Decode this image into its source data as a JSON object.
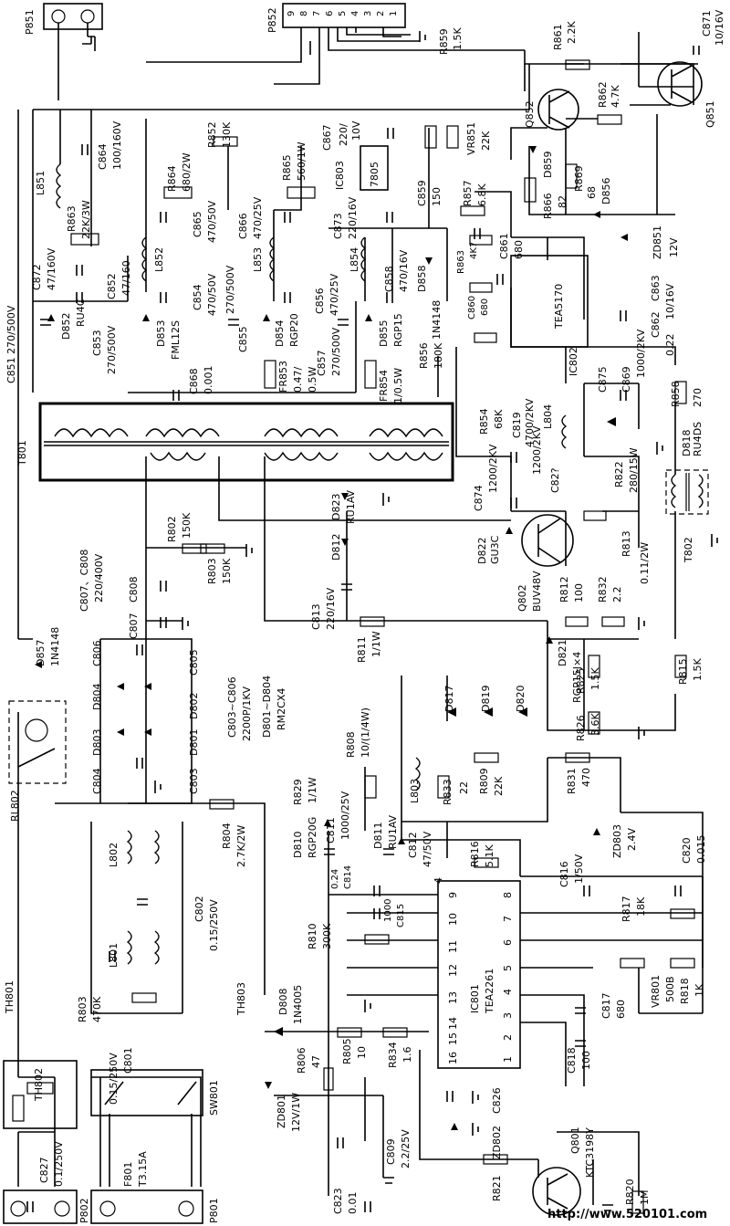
{
  "labels": {
    "p851": "P851",
    "p852": "P852",
    "pins": [
      "9",
      "8",
      "7",
      "6",
      "5",
      "4",
      "3",
      "2",
      "1"
    ],
    "r859": "R859",
    "r859v": "1.5K",
    "r861": "R861",
    "r861v": "2.2K",
    "c871": "C871",
    "c871v": "10/16V",
    "q852": "Q852",
    "q851": "Q851",
    "r862": "R862",
    "r862v": "4.7K",
    "vr851": "VR851",
    "vr851v": "22K",
    "c867": "C867",
    "c867v": "220/",
    "c867v2": "10V",
    "ic803": "IC803",
    "ic803v": "7805",
    "r852": "R852",
    "r852v": "130K",
    "c864": "C864",
    "c864v": "100/160V",
    "r865": "R865",
    "r865v": "560/1W",
    "r864": "R864",
    "r864v": "680/2W",
    "d859": "D859",
    "r869": "R869",
    "r866": "R866",
    "r866v": "82",
    "r869v": "68",
    "d856": "D856",
    "zd851": "ZD851",
    "zd851v": "12V",
    "c859": "C859",
    "c859v": "150",
    "r857": "R857",
    "r857v": "6.8K",
    "l851": "L851",
    "r863": "R863",
    "r863v": "22K/3W",
    "c865": "C865",
    "c865v": "470/50V",
    "c866": "C866",
    "c866v": "470/25V",
    "c873": "C873",
    "c873v": "220/16V",
    "r863b": "R863",
    "r863bv": "4K7",
    "c861": "C861",
    "c861v": "680",
    "c872": "C872",
    "c872v": "47/160V",
    "c852": "C852",
    "c852v": "47/160",
    "l852": "L852",
    "l853": "L853",
    "l854": "L854",
    "c858": "C858",
    "c858v": "470/16V",
    "d858": "D858",
    "d858v": "1N4148",
    "c854": "C854",
    "c854v": "470/50V",
    "c855": "C855",
    "c855v": "270/500V",
    "c856": "C856",
    "c856v": "470/25V",
    "c860": "C860",
    "c860v": "680",
    "tea5170": "TEA5170",
    "ic802": "IC802",
    "c862": "C862",
    "c863": "C863",
    "c862v": "0.22",
    "c863v": "10/16V",
    "c851": "C851 270/500V",
    "d852": "D852",
    "d852v": "RU4C",
    "c853": "C853",
    "c853v": "270/500V",
    "d853": "D853",
    "d853v": "FML12S",
    "d854": "D854",
    "d854v": "RGP20",
    "c857": "C857",
    "c857v": "270/500V",
    "d855": "D855",
    "d855v": "RGP15",
    "r856": "R856",
    "r856v": "180K",
    "c868": "C868",
    "c868v": "0.001",
    "fr853": "FR853",
    "fr853v": "0.47/",
    "fr853v2": "0.5W",
    "fr854": "FR854",
    "fr854v": "1/0.5W",
    "c869": "C869",
    "c869v": "1000/2KV",
    "c875": "C875",
    "r858": "R858",
    "r858v": "270",
    "d818": "D818",
    "d818v": "RU4DS",
    "t801": "T801",
    "r854": "R854",
    "r854v": "68K",
    "c819": "C819",
    "c819v": "4700/2KV",
    "l804": "L804",
    "c82x": "C82?",
    "c82xv": "1200/2KV",
    "r822": "R822",
    "r822v": "280/15W",
    "t802": "T802",
    "c874": "C874",
    "c874v": "1200/2KV",
    "d823": "D823",
    "d823v": "RU1AV",
    "d812": "D812",
    "d822": "D822",
    "d822v": "GU3C",
    "q802": "Q802",
    "q802v": "BUV48V",
    "r813": "R813",
    "r813v": "0.11/2W",
    "r802": "R802",
    "r802v": "150K",
    "r803a": "R803",
    "r803av": "150K",
    "c807": "C807、C808",
    "c807v": "220/400V",
    "c813": "C813",
    "c813v": "220/16V",
    "r812": "R812",
    "r812v": "100",
    "r832": "R832",
    "r832v": "2.2",
    "c807b": "C807",
    "c808b": "C808",
    "r811": "R811",
    "r811v": "1/1W",
    "d821": "D821",
    "d821v": "RGP15J×4",
    "r825": "R825",
    "r825v": "1.5K",
    "r815": "R815",
    "r815v": "1.5K",
    "d857": "D857",
    "d857v": "1N4148",
    "c806": "C806",
    "c805": "C805",
    "d804": "D804",
    "d802": "D802",
    "d803": "D803",
    "d801": "D801",
    "c804": "C804",
    "c803": "C803",
    "cap_list": "C803~C806",
    "cap_list_v": "2200P/1KV",
    "diode_list": "D801~D804",
    "diode_list_v": "RM2CX4",
    "d817": "D817",
    "d819": "D819",
    "d820": "D820",
    "r826": "R826",
    "r826v": "3.6K",
    "r808": "R808",
    "r808v": "10/(1/4W)",
    "rl802": "RL802",
    "r829": "R829",
    "r829v": "1/1W",
    "l803": "L803",
    "r833": "R833",
    "r833v": "22",
    "r809": "R809",
    "r809v": "22K",
    "r831": "R831",
    "r831v": "470",
    "r804": "R804",
    "r804v": "2.7K/2W",
    "d810": "D810",
    "d810v": "RGP20G",
    "c811": "C811",
    "c811v": "1000/25V",
    "d811": "D811",
    "d811v": "RU1AV",
    "c812": "C812",
    "c812v": "47/50V",
    "zd803": "ZD803",
    "zd803v": "2.4V",
    "c820": "C820",
    "c820v": "0.015",
    "l802": "L802",
    "c802": "C802",
    "c802v": "0.15/250V",
    "c814": "C814",
    "c814v": "0.24",
    "r816": "R816",
    "r816v": "5.1K",
    "c816": "C816",
    "c816v": "1/50V",
    "c815": "C815",
    "c815v": "1000",
    "r810": "R810",
    "r810v": "300K",
    "r817": "R817",
    "r817v": "18K",
    "ic801": "IC801",
    "tea2261": "TEA2261",
    "ic_pins_top": [
      "9",
      "10",
      "11",
      "12",
      "13",
      "14",
      "15",
      "16"
    ],
    "ic_pins_bot": [
      "8",
      "7",
      "6",
      "5",
      "4",
      "3",
      "2",
      "1"
    ],
    "ic_pin4": "4",
    "th801": "TH801",
    "l801": "L801",
    "r803b": "R803",
    "r803bv": "470K",
    "vr801": "VR801",
    "vr801v": "500B",
    "r818": "R818",
    "r818v": "1K",
    "th803": "TH803",
    "d808": "D808",
    "d808v": "1N4005",
    "c817": "C817",
    "c817v": "680",
    "th802": "TH802",
    "c801": "C801",
    "c801v": "0.15/250V",
    "r806": "R806",
    "r806v": "47",
    "r805": "R805",
    "r805v": "10",
    "r834": "R834",
    "r834v": "1.6",
    "c818": "C818",
    "c818v": "100",
    "sw801": "SW801",
    "zd801": "ZD801",
    "zd801v": "12V/1W",
    "c826": "C826",
    "c827": "C827",
    "c827v": "0.1/250V",
    "f801": "F801",
    "f801v": "T3.15A",
    "c809": "C809",
    "c809v": "2.2/25V",
    "zd802": "ZD802",
    "q801": "Q801",
    "q801v": "KTC3198Y",
    "r821": "R821",
    "c823": "C823",
    "c823v": "0.01",
    "r820": "R820",
    "r820v": "1M",
    "p802": "P802",
    "p801": "P801",
    "watermark": "http://www.520101.com"
  }
}
